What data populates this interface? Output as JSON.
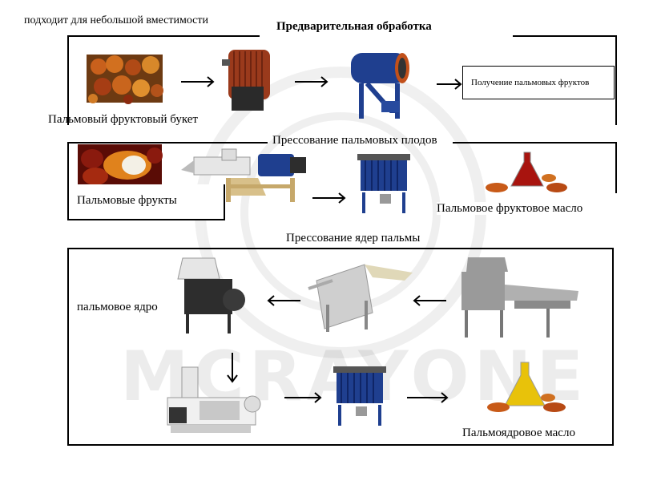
{
  "top_note": "подходит для небольшой вместимости",
  "sections": {
    "pretreatment": {
      "title": "Предварительная обработка",
      "bunch_caption": "Пальмовый фруктовый букет",
      "result_label": "Получение пальмовых фруктов"
    },
    "fruit_pressing": {
      "title": "Прессование пальмовых плодов",
      "input_label": "Пальмовые фрукты",
      "output_label": "Пальмовое фруктовое масло"
    },
    "kernel_pressing": {
      "title": "Прессование ядер пальмы",
      "kernel_label": "пальмовое ядро",
      "output_label": "Пальмоядровое масло"
    }
  },
  "watermark": "MCRAYONE",
  "colors": {
    "fruit_orange": "#c8601c",
    "fruit_red": "#8a1a0e",
    "machine_blue": "#1f3f8f",
    "machine_grey": "#9a9a9a",
    "machine_white": "#e6e6e6",
    "rust": "#9a3a1c",
    "red_oil": "#a8140f",
    "yellow_oil": "#e8c20a"
  }
}
